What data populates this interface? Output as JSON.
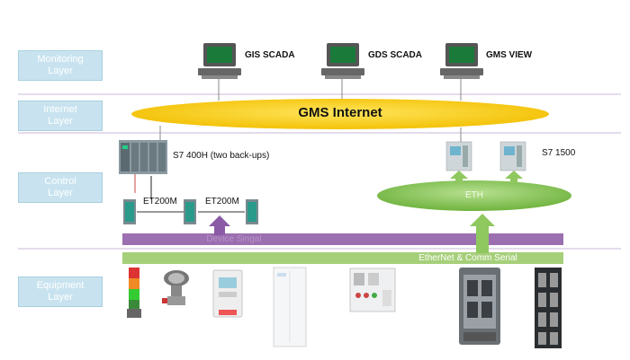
{
  "layers": {
    "monitoring": "Monitoring\nLayer",
    "internet": "Internet\nLayer",
    "control": "Control\nLayer",
    "equipment": "Equipment\nLayer"
  },
  "stations": {
    "gis": "GIS SCADA",
    "gds": "GDS SCADA",
    "gms": "GMS VIEW"
  },
  "network": {
    "internet": "GMS Internet",
    "eth": "ETH",
    "device_signal": "Device Singal",
    "ethernet_serial": "EtherNet & Comm Serial"
  },
  "controllers": {
    "s7_400h": "S7 400H (two back-ups)",
    "s7_1500": "S7 1500",
    "et200m_1": "ET200M",
    "et200m_2": "ET200M"
  },
  "colors": {
    "layer_box": "#c8e3ef",
    "ellipse_yellow": "#f5c400",
    "ellipse_green": "#8fc85e",
    "bar_purple": "#9b6fb0",
    "bar_green": "#a6cf7a",
    "divider": "#c9b8d8"
  }
}
